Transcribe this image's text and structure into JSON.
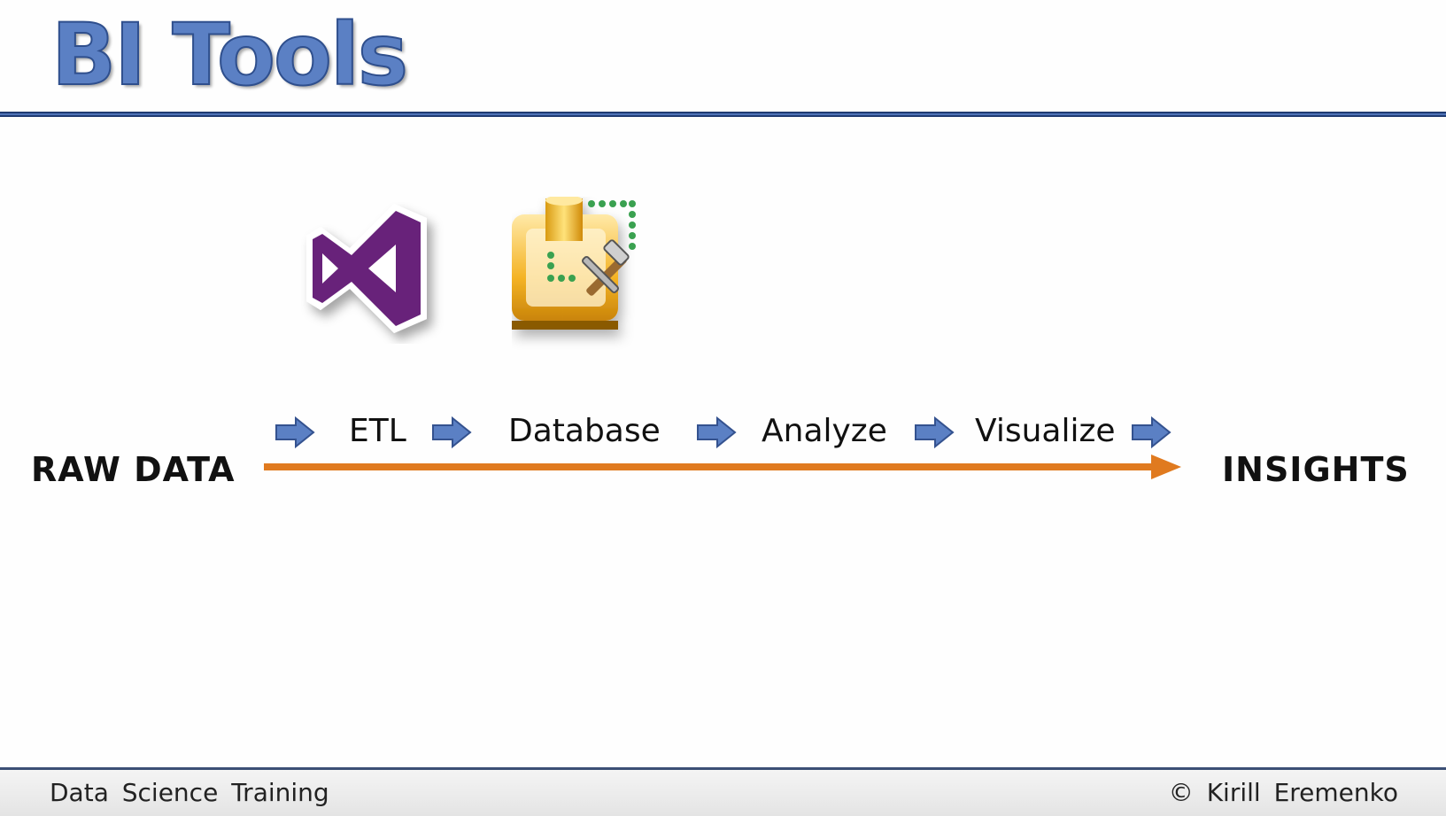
{
  "slide": {
    "title": "BI Tools"
  },
  "diagram": {
    "start_label": "RAW DATA",
    "end_label": "INSIGHTS",
    "steps": [
      "ETL",
      "Database",
      "Analyze",
      "Visualize"
    ],
    "arrow_color": "#e07a1f",
    "step_arrow_color": "#5b80c4",
    "logos": [
      "visual-studio-icon",
      "sql-server-management-studio-icon"
    ]
  },
  "footer": {
    "left": "Data Science Training",
    "right": "© Kirill Eremenko"
  }
}
